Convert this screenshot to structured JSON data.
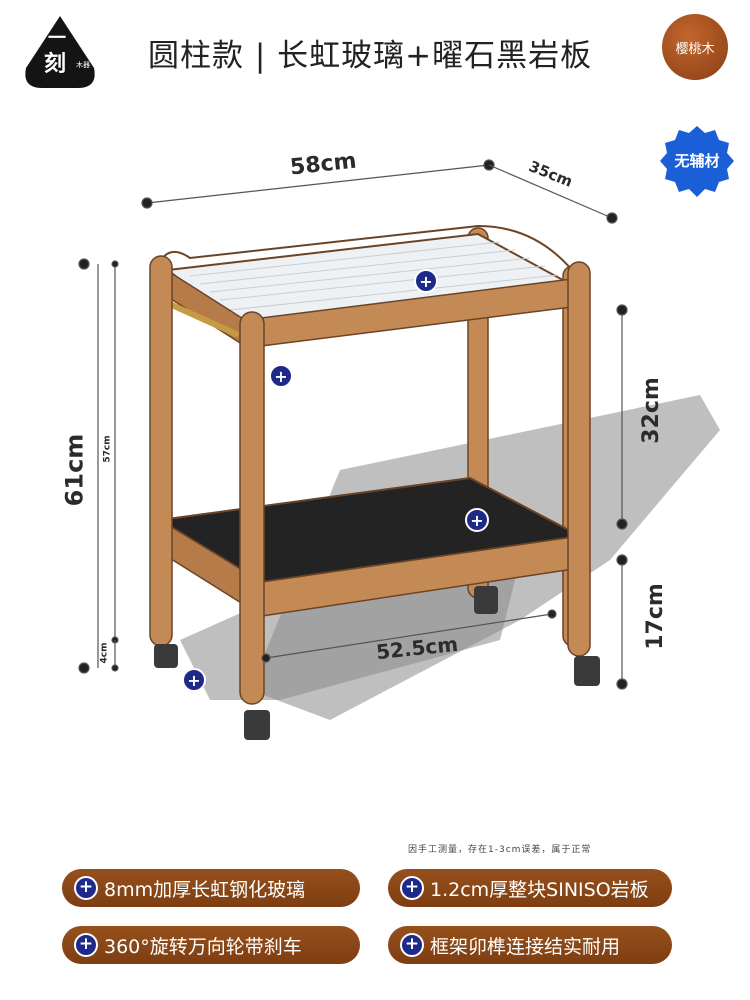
{
  "brand": {
    "logo_top": "一",
    "logo_main": "刻",
    "logo_small": "木器"
  },
  "header": {
    "title": "圆柱款 | 长虹玻璃+曜石黑岩板"
  },
  "badges": {
    "wood": "樱桃木",
    "no_aux": "无辅材"
  },
  "dimensions": {
    "top_width": "58cm",
    "depth": "35cm",
    "total_height": "61cm",
    "inner_height": "57cm",
    "wheel_height": "4cm",
    "shelf_gap": "32cm",
    "lower_height": "17cm",
    "bottom_width": "52.5cm"
  },
  "note": "因手工测量，存在1-3cm误差，属于正常",
  "features": [
    {
      "label": "8mm加厚长虹钢化玻璃"
    },
    {
      "label": "1.2cm厚整块SINISO岩板"
    },
    {
      "label": "360°旋转万向轮带刹车"
    },
    {
      "label": "框架卯榫连接结实耐用"
    }
  ],
  "colors": {
    "wood": "#c48a56",
    "brand_blue": "#1e2a8a",
    "pill_brown": "#8b4513",
    "stone": "#2a2a2a"
  }
}
